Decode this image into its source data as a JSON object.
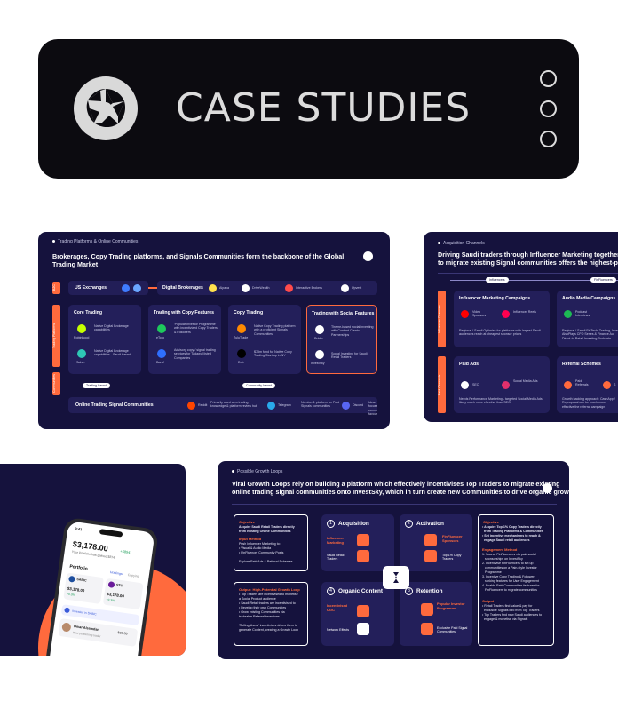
{
  "header": {
    "title": "CASE STUDIES"
  },
  "slide1": {
    "kicker": "Trading Platforms & Online Communities",
    "title": "Brokerages, Copy Trading platforms, and Signals Communities form the backbone of the Global Trading Market",
    "side_labels": [
      "B2C",
      "Trading Platforms",
      "Communities"
    ],
    "us_exchanges": "US Exchanges",
    "digital_brokerages": "Digital Brokerages",
    "brokers": [
      "Alpaca",
      "DriveWealth",
      "Interactive Brokers",
      "Upvest"
    ],
    "cards": [
      {
        "title": "Core Trading",
        "items": [
          {
            "name": "Robinhood",
            "desc": "Native Digital Brokerage capabilities"
          },
          {
            "name": "Sahm",
            "desc": "Native Digital Brokerage capabilities - Saudi based"
          }
        ]
      },
      {
        "title": "Trading with Copy Features",
        "items": [
          {
            "name": "eToro",
            "desc": "'Popular Investor Programme' with incentivized Copy Traders & Followers"
          },
          {
            "name": "Baraf",
            "desc": "Advisory copy / signal trading services for Tadawul listed Companies"
          }
        ]
      },
      {
        "title": "Copy Trading",
        "items": [
          {
            "name": "ZuluTrade",
            "desc": "Native Copy Trading platform with a proficient Signals Communities"
          },
          {
            "name": "Dub",
            "desc": "$75m fund for Native Copy Trading Start-up in NY"
          }
        ]
      },
      {
        "title": "Trading with Social Features",
        "items": [
          {
            "name": "Public",
            "desc": "Theme-based social investing with Content Creator Partnerships"
          },
          {
            "name": "InvestSky",
            "desc": "Social Investing for Saudi Retail Traders"
          }
        ]
      }
    ],
    "tags": [
      "Trading-based",
      "Community-based"
    ],
    "community_label": "Online Trading Signal Communities",
    "communities": [
      {
        "name": "Reddit",
        "desc": "Primarily used as a trading knowledge & platform review hub"
      },
      {
        "name": "Telegram",
        "desc": "Number 1 platform for Paid Signals communities"
      },
      {
        "name": "Discord",
        "desc": "Idea-focused community favourite"
      }
    ]
  },
  "slide2": {
    "kicker": "Acquisition Channels",
    "title_lines": [
      "Driving Saudi traders through Influencer Marketing together with incer",
      "to migrate existing Signal communities offers the highest-potential acqu"
    ],
    "top_tags": [
      "Influencers",
      "FinFluencers"
    ],
    "side_labels": [
      "Influencer Channels",
      "Paid Channels"
    ],
    "cards": [
      {
        "title": "Influencer Marketing Campaigns",
        "items": [
          "Video Sponsors",
          "Influencer Reels"
        ],
        "desc": "Regional / Saudi Optimise for platforms with largest Saudi audiences reach at cheapest sponsor prices"
      },
      {
        "title": "Audio Media Campaigns",
        "items": [
          "Podcast Interviews"
        ],
        "desc": "Regional / Saudi FinTech, Trading, Inve• AlsoPlays CFO Series & Finance Au• Direct-to-Retail Investing Podcasts"
      },
      {
        "title": "Paid Ads",
        "items": [
          "SEO",
          "Social Media Ads"
        ],
        "desc": "Needs Performance Marketing - targeted Social Media Ads likely much more effective than SEO"
      },
      {
        "title": "Referral Schemes",
        "items": [
          "Paid Referrals",
          "S"
        ],
        "desc": "Growth hacking approach: CashApp / Reproposal can be much more effective the referral campaign"
      }
    ]
  },
  "phone": {
    "time": "9:41",
    "balance": "$3,178.00",
    "change": "+$894",
    "caption": "Your Portfolio has gained $874",
    "section": "Portfolio",
    "tabs": [
      "Holdings",
      "Copying"
    ],
    "holdings": [
      {
        "ticker": "SABIC",
        "value": "$3,178.00",
        "change": "+9.3%"
      },
      {
        "ticker": "STC",
        "value": "$3,178.00",
        "change": "+9.3%"
      }
    ],
    "banner": "Invested in SABIC",
    "amount": "$95.55",
    "trader": "Omar Alsamdan",
    "footer": "Best performing trader"
  },
  "slide3": {
    "kicker": "Possible Growth Loops",
    "title_lines": [
      "Viral Growth Loops rely on building a platform which effectively incentivises Top Traders to migrate existing",
      "online trading signal communities onto InvestSky, which in turn create new Communities to drive organic growth"
    ],
    "left_top": {
      "heading": "Objective",
      "lines": [
        "Acquire Saudi Retail Traders directly",
        "from existing Online Communities",
        "Input Method",
        "Push Influencer Marketing to:",
        "• Visual & Audio Media",
        "• FinFluencer Community Posts",
        "Explore Paid Ads & Referral Schemes"
      ]
    },
    "left_bottom": {
      "heading": "Output: High-Potential Growth Loop",
      "lines": [
        "• Top Traders are incentivised to monetise",
        "   a Social Product audience",
        "• Saudi Retail traders are incentivised to",
        "   • Develop their own Communities",
        "   • Grow existing Communities via",
        "     tradeable Referral incentives",
        "'Rolling Users' incentivises drives them to",
        "generate Content, creating a Growth Loop"
      ]
    },
    "quadrants": [
      {
        "num": "1",
        "title": "Acquisition",
        "a": "Influencer Marketing",
        "b": "Saudi Retail Traders"
      },
      {
        "num": "2",
        "title": "Activation",
        "a": "FinFluencer Sponsors",
        "b": "Top 1% Copy Traders"
      },
      {
        "num": "4",
        "title": "Organic Content",
        "a": "Incentivised UGC",
        "b": "Network Effects"
      },
      {
        "num": "3",
        "title": "Retention",
        "a": "Popular Investor Programme",
        "b": "Exclusive Paid Signal Communities"
      }
    ],
    "right": {
      "heading": "Objective",
      "lines": [
        "• Acquire Top 1% Copy Traders directly",
        "  from Trading Platforms & Communities",
        "• Set incentive mechanisms to reach &",
        "  engage Saudi retail audiences",
        "Engagement Method",
        "1. Source FinFluencers via paid social",
        "   sponsorships on InvestSky",
        "2. Incentivise FinFluencers to set up",
        "   communities on a Pain-style Investor",
        "   Programme",
        "3. Incentive Copy Trading & Follower",
        "   ranking features for User Engagement",
        "4. Enable Paid Communities features for",
        "   FinFluencers to migrate communities",
        "Output",
        "• Retail Traders find value & pay for",
        "  exclusive Signals info from Top Traders",
        "• Top Traders find new Saudi audiences to",
        "  engage & monetise via Signals"
      ]
    }
  },
  "colors": {
    "slide_bg": "#15123d",
    "accent": "#ff6a3d",
    "header_bg": "#0c0b10"
  }
}
